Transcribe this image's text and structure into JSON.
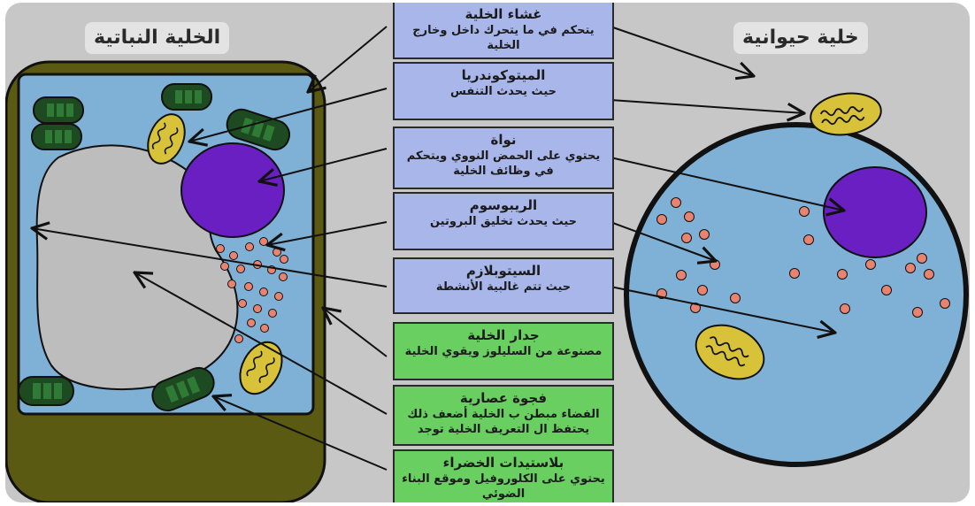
{
  "titles": {
    "plant": "الخلية النباتية",
    "animal": "خلية حيوانية"
  },
  "boxes": {
    "membrane": {
      "title": "غشاء الخلية",
      "desc": "يتحكم في ما يتحرك داخل وخارج الخلية"
    },
    "mitochondria": {
      "title": "الميتوكوندريا",
      "desc": "حيث يحدث التنفس"
    },
    "nucleus": {
      "title": "نواة",
      "desc": "يحتوي على الحمض النووي ويتحكم في وظائف الخلية"
    },
    "ribosome": {
      "title": "الريبوسوم",
      "desc": "حيث يحدث تخليق البروتين"
    },
    "cytoplasm": {
      "title": "السيتوبلازم",
      "desc": "حيث تتم غالبية الأنشطة"
    },
    "cell_wall": {
      "title": "جدار الخلية",
      "desc": "مصنوعة من السليلوز ويقوي الخلية"
    },
    "vacuole": {
      "title": "فجوة عصارية",
      "desc": "الفضاء مبطن ب الخلية أضعف ذلك يحتفظ ال التعريف الخلية توجد"
    },
    "chloroplast": {
      "title": "بلاستيدات الخضراء",
      "desc": "يحتوي على الكلوروفيل وموقع البناء الضوئي"
    }
  },
  "colors": {
    "background": "#c7c7c7",
    "cytoplasm": "#7fb0d6",
    "cell_wall": "#5a5a12",
    "nucleus": "#6a1fc2",
    "chloroplast": "#1d4a20",
    "mitochondria": "#d8c23a",
    "ribosome": "#e8836f",
    "vacuole": "#bdbdbd",
    "box_blue": "#a9b6ea",
    "box_green": "#68cf60"
  }
}
